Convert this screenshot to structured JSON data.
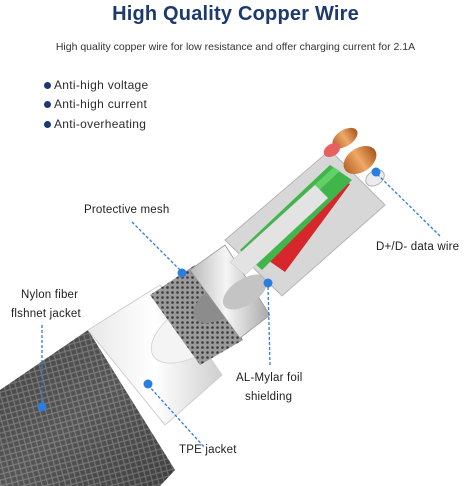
{
  "header": {
    "title": "High Quality Copper Wire",
    "subtitle": "High quality copper wire for low resistance and offer charging current for 2.1A"
  },
  "features": [
    {
      "label": "Anti-high voltage"
    },
    {
      "label": "Anti-high current"
    },
    {
      "label": "Anti-overheating"
    }
  ],
  "callouts": {
    "protective_mesh": "Protective mesh",
    "data_wire": "D+/D- data wire",
    "nylon_line1": "Nylon fiber",
    "nylon_line2": "flshnet jacket",
    "mylar_line1": "AL-Mylar foil",
    "mylar_line2": "shielding",
    "tpe": "TPE jacket"
  },
  "colors": {
    "accent": "#1c3a6e",
    "callout_line": "#2b7de1",
    "copper": "#d9884a",
    "green_wire": "#3fb54a",
    "red_wire": "#d8262d"
  }
}
